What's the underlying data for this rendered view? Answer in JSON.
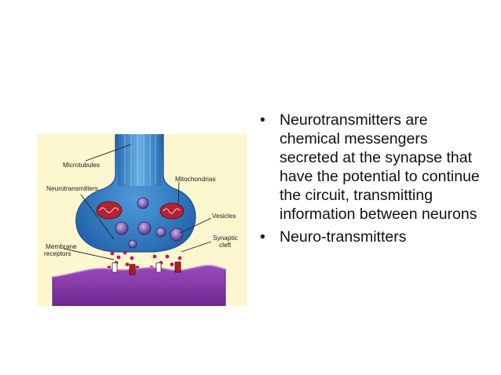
{
  "figure": {
    "labels": {
      "microtubules": "Microtubules",
      "neurotransmitters": "Neurotransmitters",
      "mitochondrias": "Mitochondrias",
      "vesicles": "Vesicles",
      "synaptic_cleft": [
        "Synaptic",
        "cleft"
      ],
      "membrane_receptors": [
        "Membrane",
        "receptors"
      ]
    },
    "colors": {
      "background": "#fdf7cf",
      "terminal": "#2f7fc8",
      "terminal_light": "#7ec0ec",
      "mitochondria": "#b52233",
      "vesicle": "#5a3a8c",
      "postsynaptic": "#8b3aa8",
      "receptor": "#b01e1e"
    }
  },
  "bullets": [
    {
      "symbol": "•",
      "text": "Neurotransmitters are chemical messengers secreted at the synapse that have the potential to continue the circuit, transmitting information between neurons"
    },
    {
      "symbol": "•",
      "text": "Neuro-transmitters"
    }
  ]
}
